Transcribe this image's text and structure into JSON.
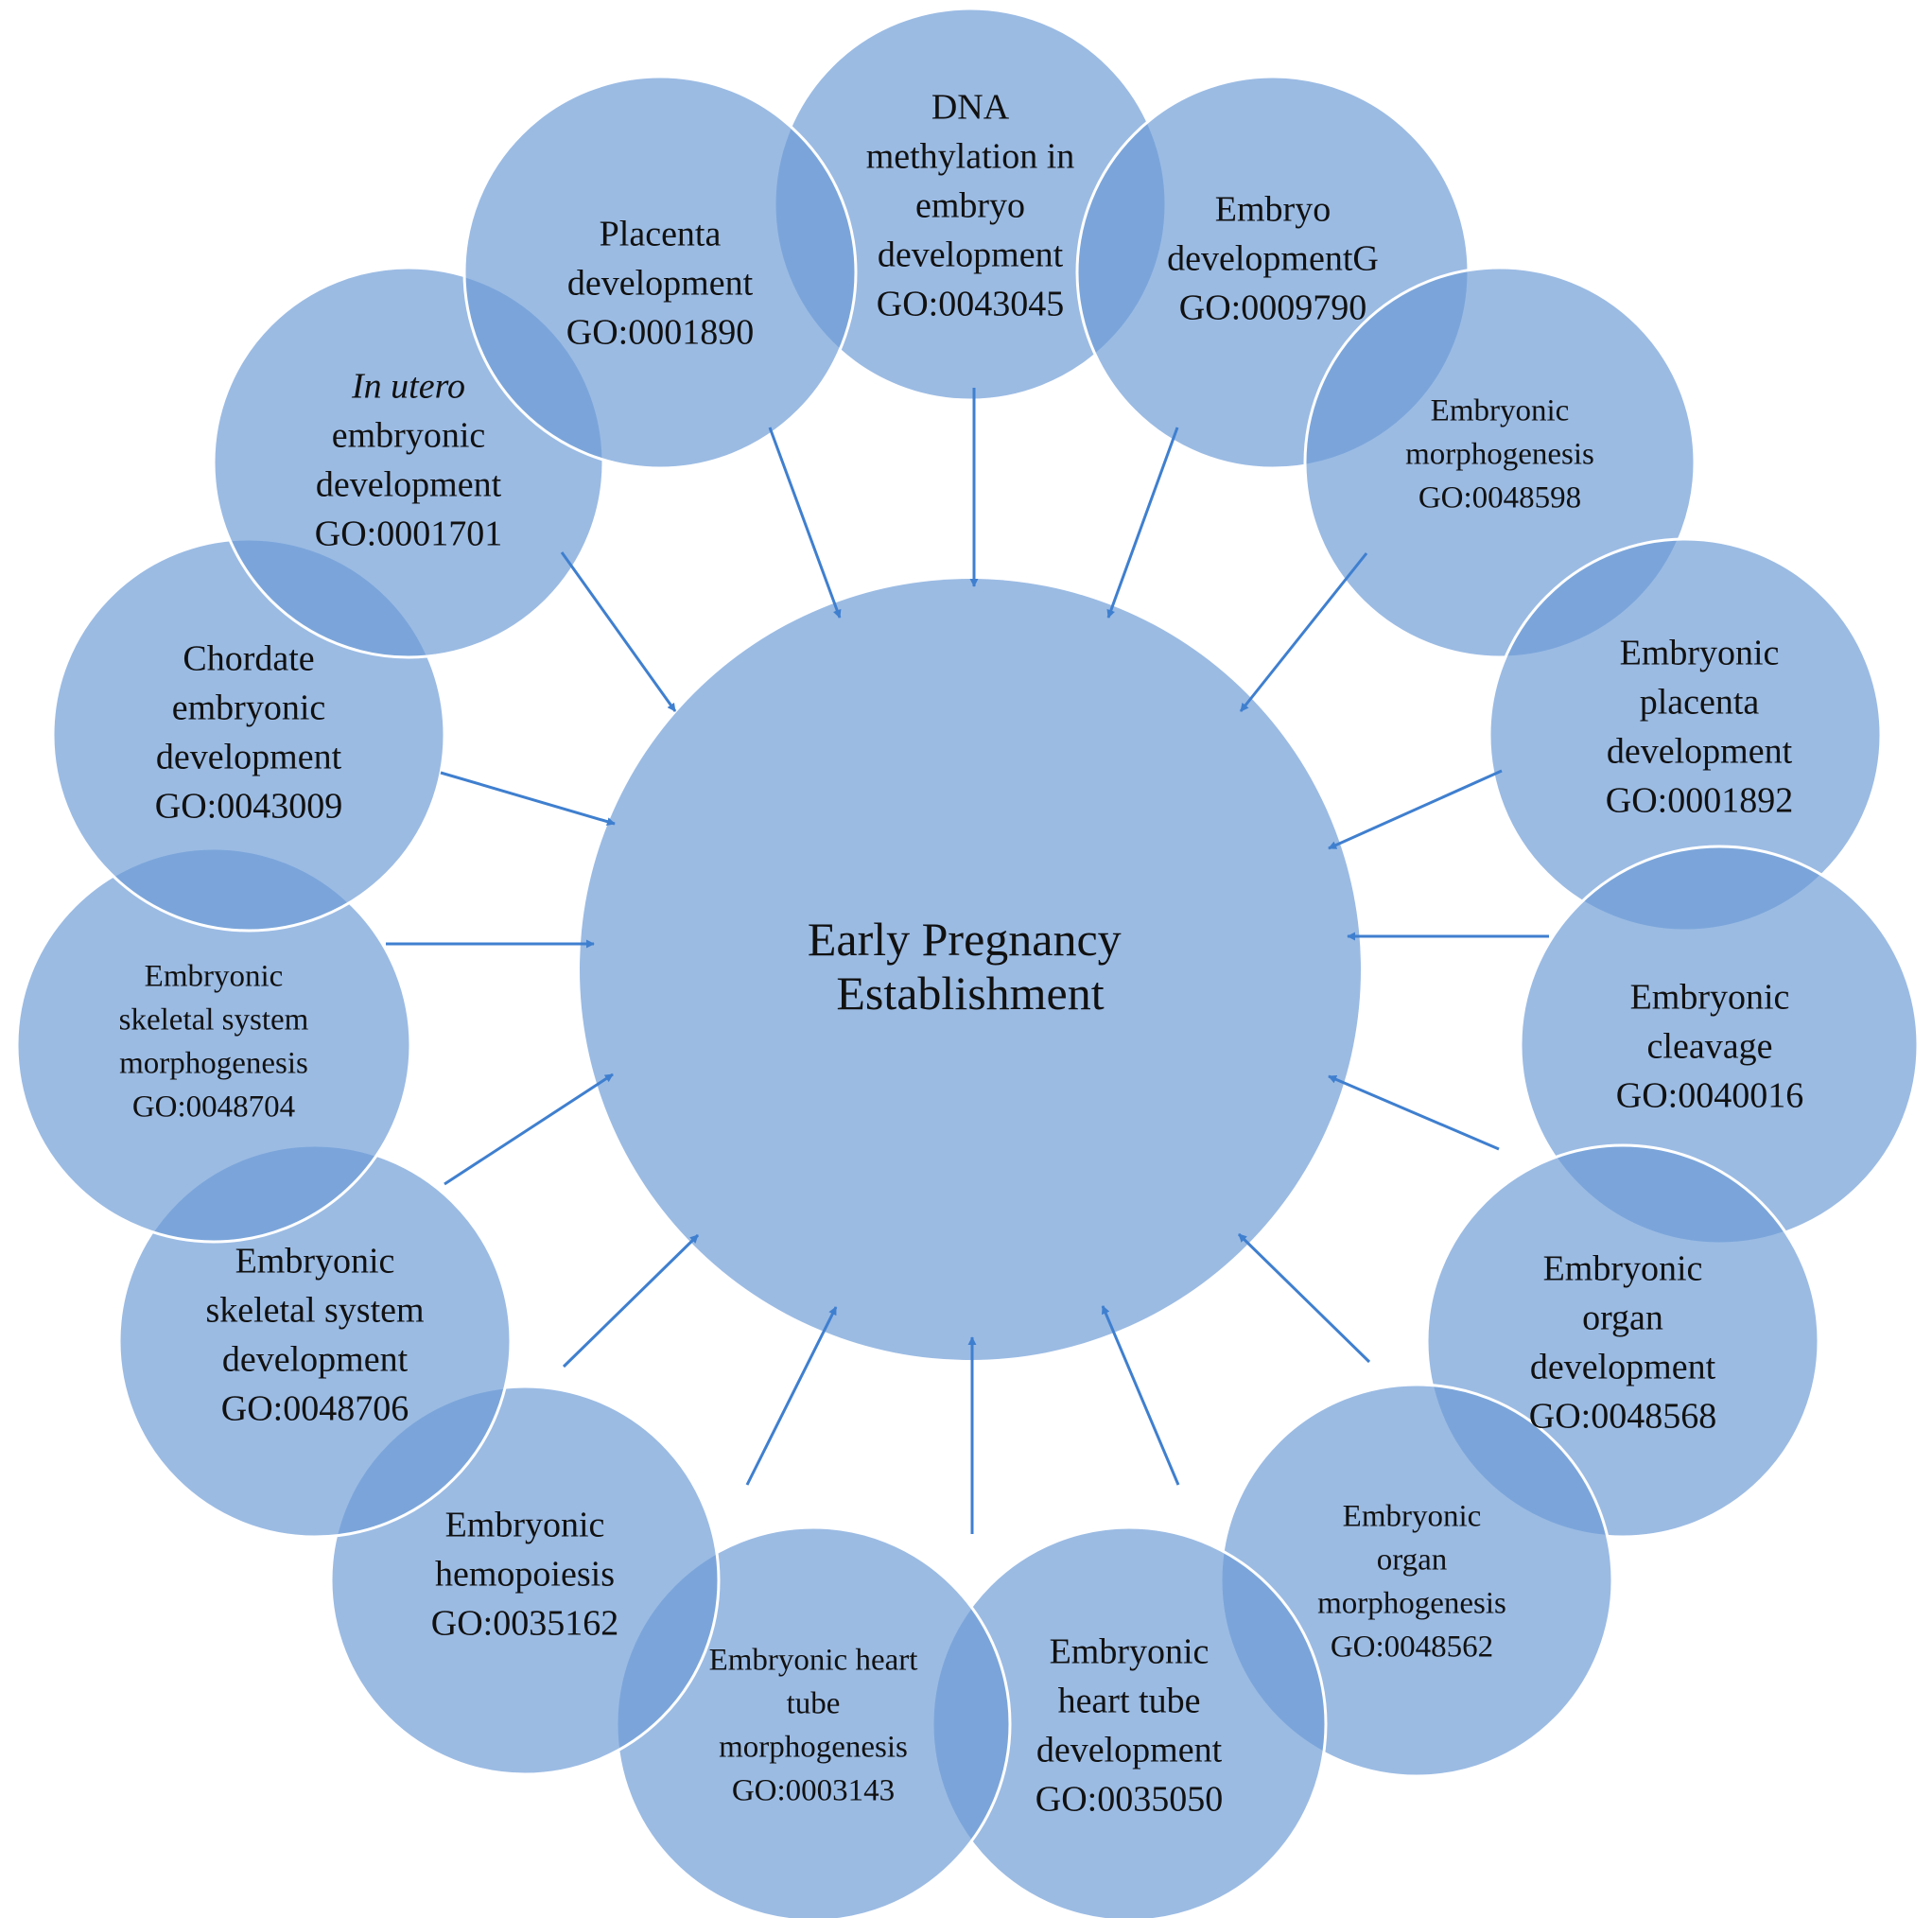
{
  "center": {
    "lines": [
      "Early Pregnancy",
      "Establishment"
    ]
  },
  "nodes": [
    {
      "id": "dna-methylation",
      "title_lines": [
        "DNA",
        "methylation in",
        "embryo",
        "development"
      ],
      "go_id": "GO:0043045",
      "size": "large"
    },
    {
      "id": "embryo-development",
      "title_lines": [
        "Embryo",
        "developmentG"
      ],
      "go_id": "GO:0009790",
      "size": "large"
    },
    {
      "id": "embryonic-morphogenesis",
      "title_lines": [
        "Embryonic",
        "morphogenesis"
      ],
      "go_id": "GO:0048598",
      "size": "small"
    },
    {
      "id": "embryonic-placenta-development",
      "title_lines": [
        "Embryonic",
        "placenta",
        "development"
      ],
      "go_id": "GO:0001892",
      "size": "large"
    },
    {
      "id": "embryonic-cleavage",
      "title_lines": [
        "Embryonic",
        "cleavage"
      ],
      "go_id": "GO:0040016",
      "size": "large"
    },
    {
      "id": "embryonic-organ-development",
      "title_lines": [
        "Embryonic",
        "organ",
        "development"
      ],
      "go_id": "GO:0048568",
      "size": "large"
    },
    {
      "id": "embryonic-organ-morphogenesis",
      "title_lines": [
        "Embryonic",
        "organ",
        "morphogenesis"
      ],
      "go_id": "GO:0048562",
      "size": "small"
    },
    {
      "id": "embryonic-heart-tube-development",
      "title_lines": [
        "Embryonic",
        "heart tube",
        "development"
      ],
      "go_id": "GO:0035050",
      "size": "large"
    },
    {
      "id": "embryonic-heart-tube-morphogenesis",
      "title_lines": [
        "Embryonic heart",
        "tube",
        "morphogenesis"
      ],
      "go_id": "GO:0003143",
      "size": "small"
    },
    {
      "id": "embryonic-hemopoiesis",
      "title_lines": [
        "Embryonic",
        "hemopoiesis"
      ],
      "go_id": "GO:0035162",
      "size": "large"
    },
    {
      "id": "embryonic-skeletal-system-development",
      "title_lines": [
        "Embryonic",
        "skeletal system",
        "development"
      ],
      "go_id": "GO:0048706",
      "size": "large"
    },
    {
      "id": "embryonic-skeletal-system-morphogenesis",
      "title_lines": [
        "Embryonic",
        "skeletal system",
        "morphogenesis"
      ],
      "go_id": "GO:0048704",
      "size": "small"
    },
    {
      "id": "chordate-embryonic-development",
      "title_lines": [
        "Chordate",
        "embryonic",
        "development"
      ],
      "go_id": "GO:0043009",
      "size": "large"
    },
    {
      "id": "in-utero-embryonic-development",
      "title_lines": [
        "In utero",
        "embryonic",
        "development"
      ],
      "go_id": "GO:0001701",
      "size": "large",
      "italic_first_line": true
    },
    {
      "id": "placenta-development",
      "title_lines": [
        "Placenta",
        "development"
      ],
      "go_id": "GO:0001890",
      "size": "large"
    }
  ],
  "colors": {
    "circle_fill": "#6c9bd6",
    "circle_opacity": "0.68",
    "circle_stroke": "#ffffff",
    "arrow": "#3f7fcf",
    "text": "#111111"
  }
}
